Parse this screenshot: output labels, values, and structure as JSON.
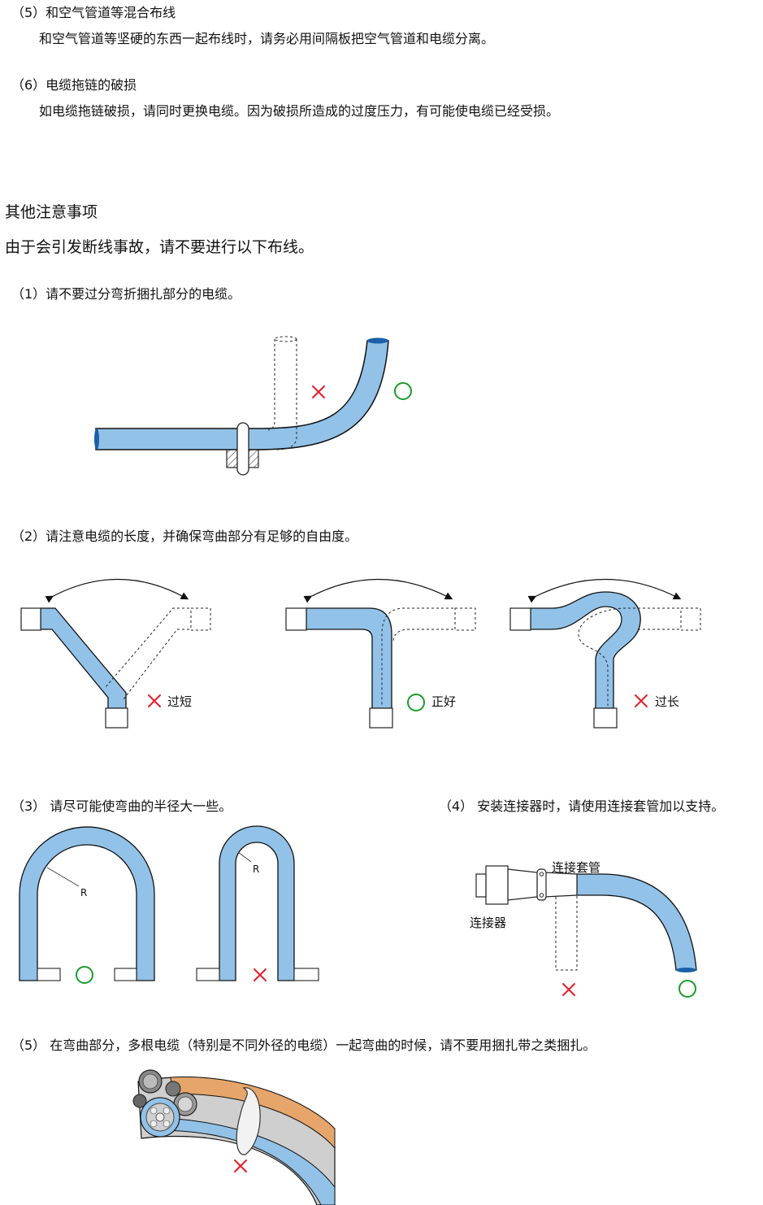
{
  "colors": {
    "cable": "#92c2e8",
    "cable_edge": "#111111",
    "cable_end": "#1a5fa8",
    "ok": "#1a9c2c",
    "ng": "#e0202a",
    "orange": "#e6a56a",
    "gray": "#cfcfcf"
  },
  "items": {
    "i5": {
      "head": "（5）和空气管道等混合布线",
      "body": "和空气管道等坚硬的东西一起布线时，请务必用间隔板把空气管道和电缆分离。"
    },
    "i6": {
      "head": "（6）电缆拖链的破损",
      "body": "如电缆拖链破损，请同时更换电缆。因为破损所造成的过度压力，有可能使电缆已经受损。"
    }
  },
  "section": {
    "title": "其他注意事项",
    "intro": "由于会引发断线事故，请不要进行以下布线。"
  },
  "notes": {
    "n1": "（1）请不要过分弯折捆扎部分的电缆。",
    "n2": "（2）请注意电缆的长度，并确保弯曲部分有足够的自由度。",
    "n3": "（3）  请尽可能使弯曲的半径大一些。",
    "n4": "（4）  安装连接器时，请使用连接套管加以支持。",
    "n5": "（5）  在弯曲部分，多根电缆（特别是不同外径的电缆）一起弯曲的时候，请不要用捆扎带之类捆扎。"
  },
  "fig2": {
    "short": "过短",
    "ok": "正好",
    "long": "过长"
  },
  "fig3": {
    "radius": "R"
  },
  "fig4": {
    "sleeve": "连接套管",
    "connector": "连接器"
  },
  "icons": [
    "cross-mark-icon",
    "circle-ok-icon"
  ]
}
